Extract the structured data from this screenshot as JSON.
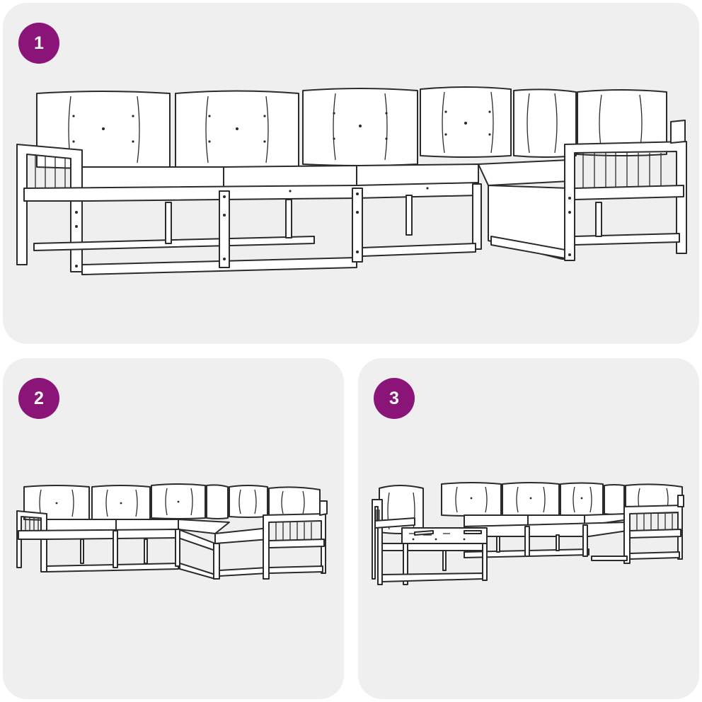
{
  "colors": {
    "badge": "#8b1478",
    "panel_background": "#efefef",
    "line": "#2b2b2b"
  },
  "steps": [
    {
      "number": "1",
      "illustration": "sectional-sofa-six-pieces"
    },
    {
      "number": "2",
      "illustration": "sectional-sofa-corner-layout"
    },
    {
      "number": "3",
      "illustration": "sectional-sofa-with-detached-armchair"
    }
  ]
}
